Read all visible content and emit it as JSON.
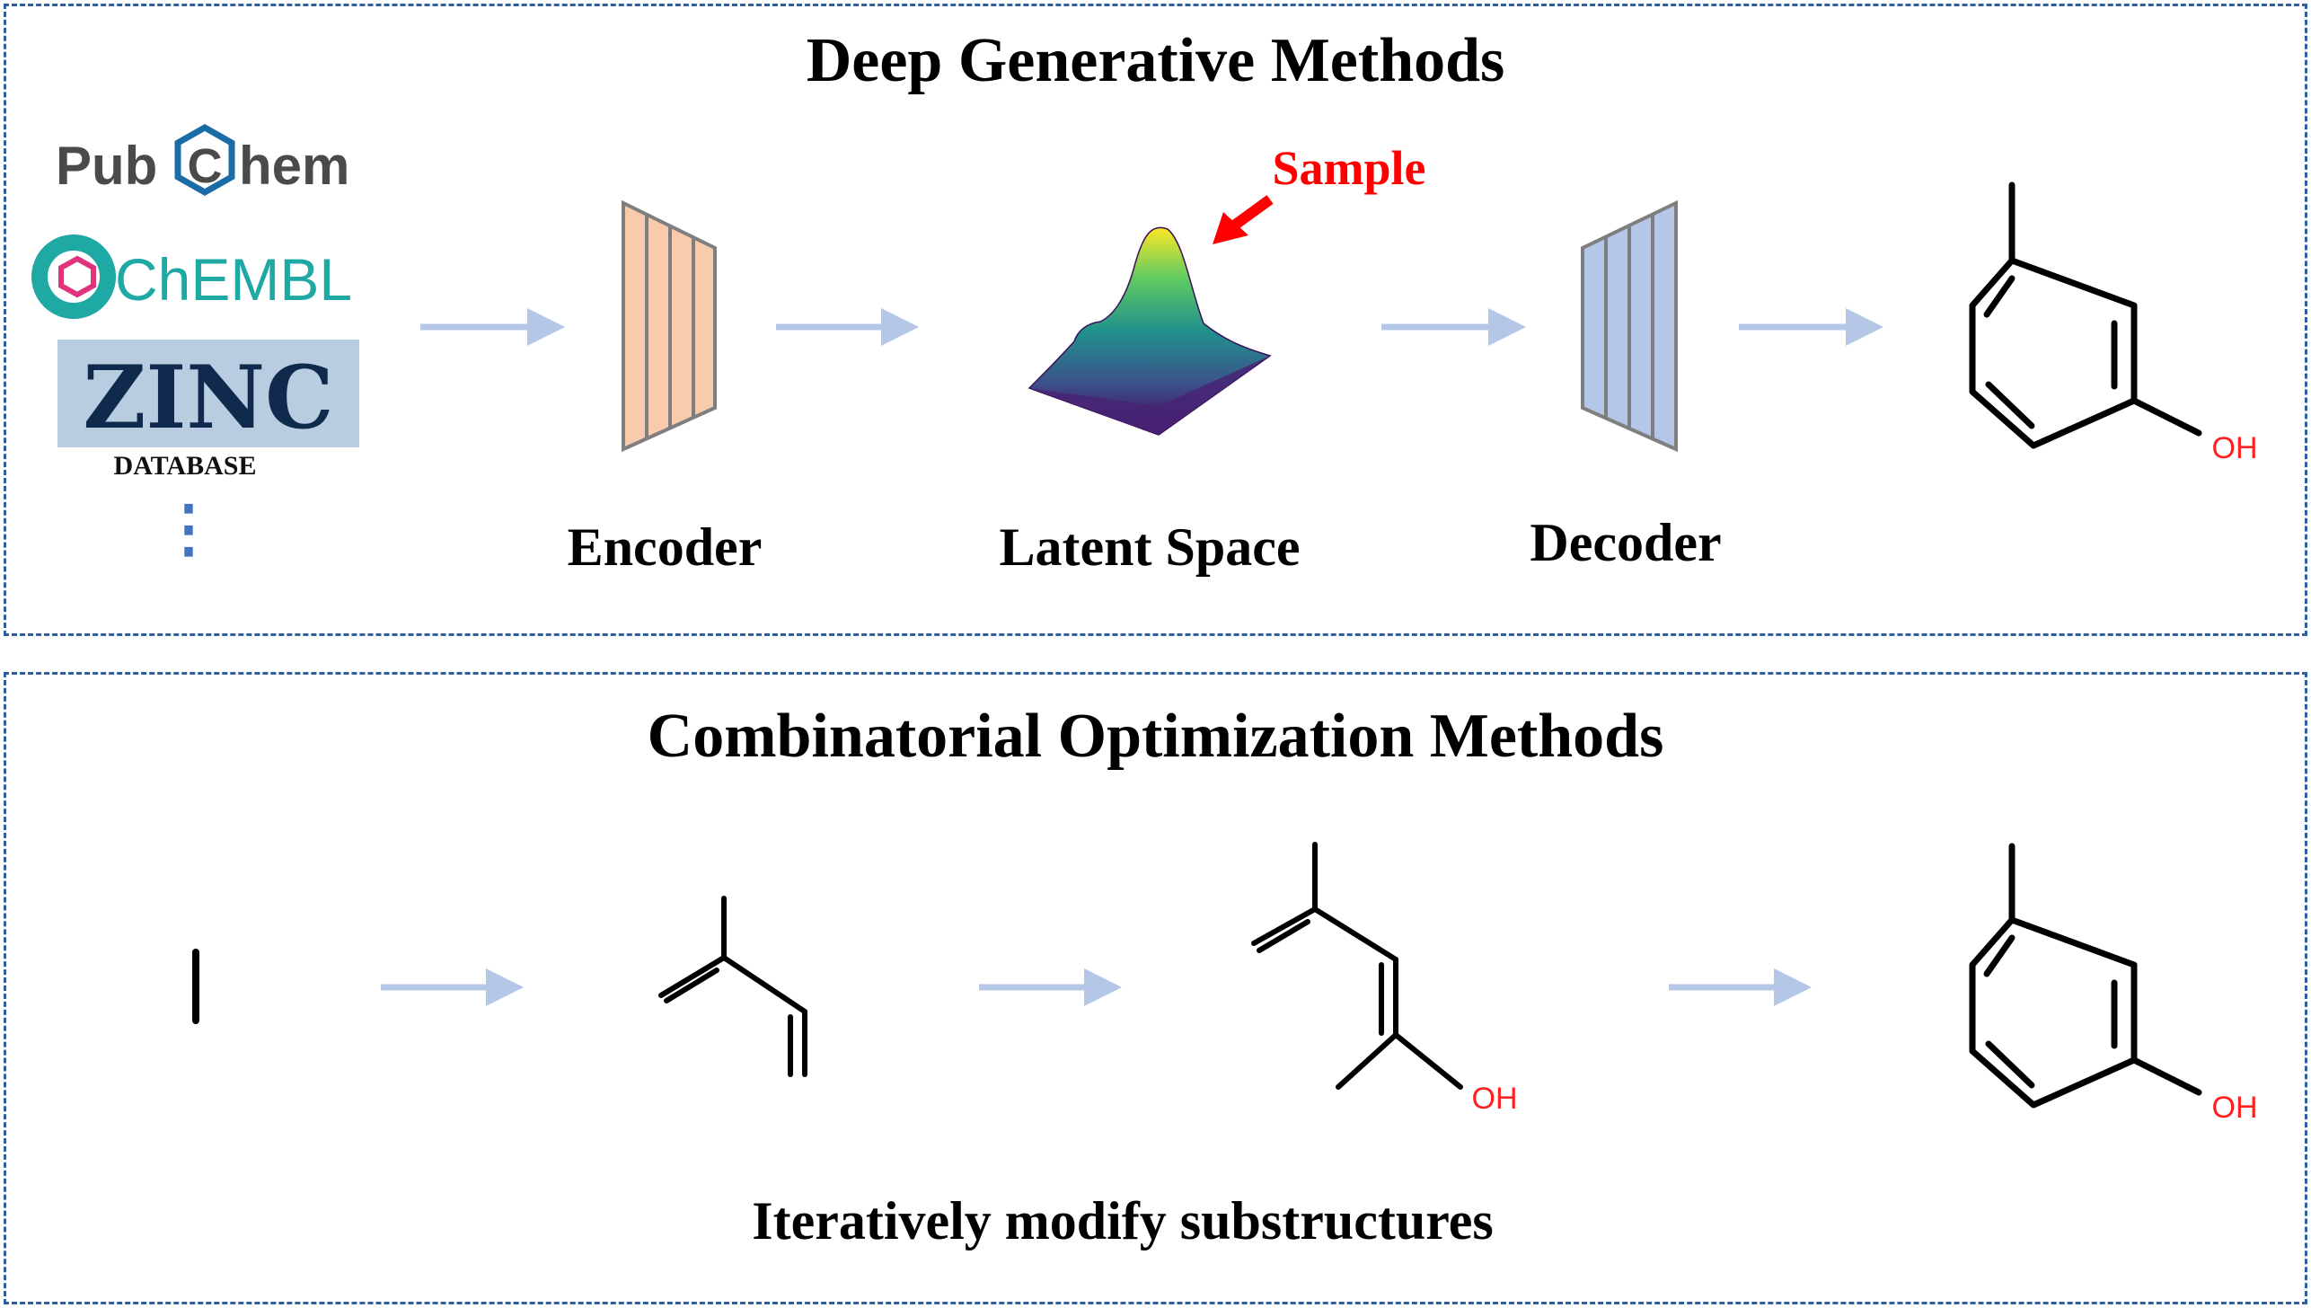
{
  "top_panel": {
    "title": "Deep Generative Methods",
    "sources": {
      "pubchem": {
        "prefix": "Pub",
        "boxed_letter": "C",
        "suffix": "hem"
      },
      "chembl": {
        "text": "ChEMBL"
      },
      "zinc": {
        "text": "ZINC",
        "subtitle": "DATABASE"
      },
      "more": "⋮"
    },
    "encoder_label": "Encoder",
    "latent_label": "Latent Space",
    "sample_label": "Sample",
    "decoder_label": "Decoder",
    "output_oh": "OH"
  },
  "bottom_panel": {
    "title": "Combinatorial Optimization Methods",
    "step3_oh": "OH",
    "step4_oh": "OH",
    "caption": "Iteratively modify substructures"
  },
  "colors": {
    "border": "#2f5f9e",
    "arrow": "#b4c7e7",
    "encoder_fill": "#f8cbad",
    "decoder_fill": "#b4c7e7",
    "sample_red": "#ff0000",
    "chembl_teal": "#1fa9a5",
    "pubchem_gray": "#4a4a4a",
    "pubchem_blue": "#1a6ba6",
    "zinc_bg": "#b9cde0",
    "zinc_text": "#0f2a4d"
  }
}
